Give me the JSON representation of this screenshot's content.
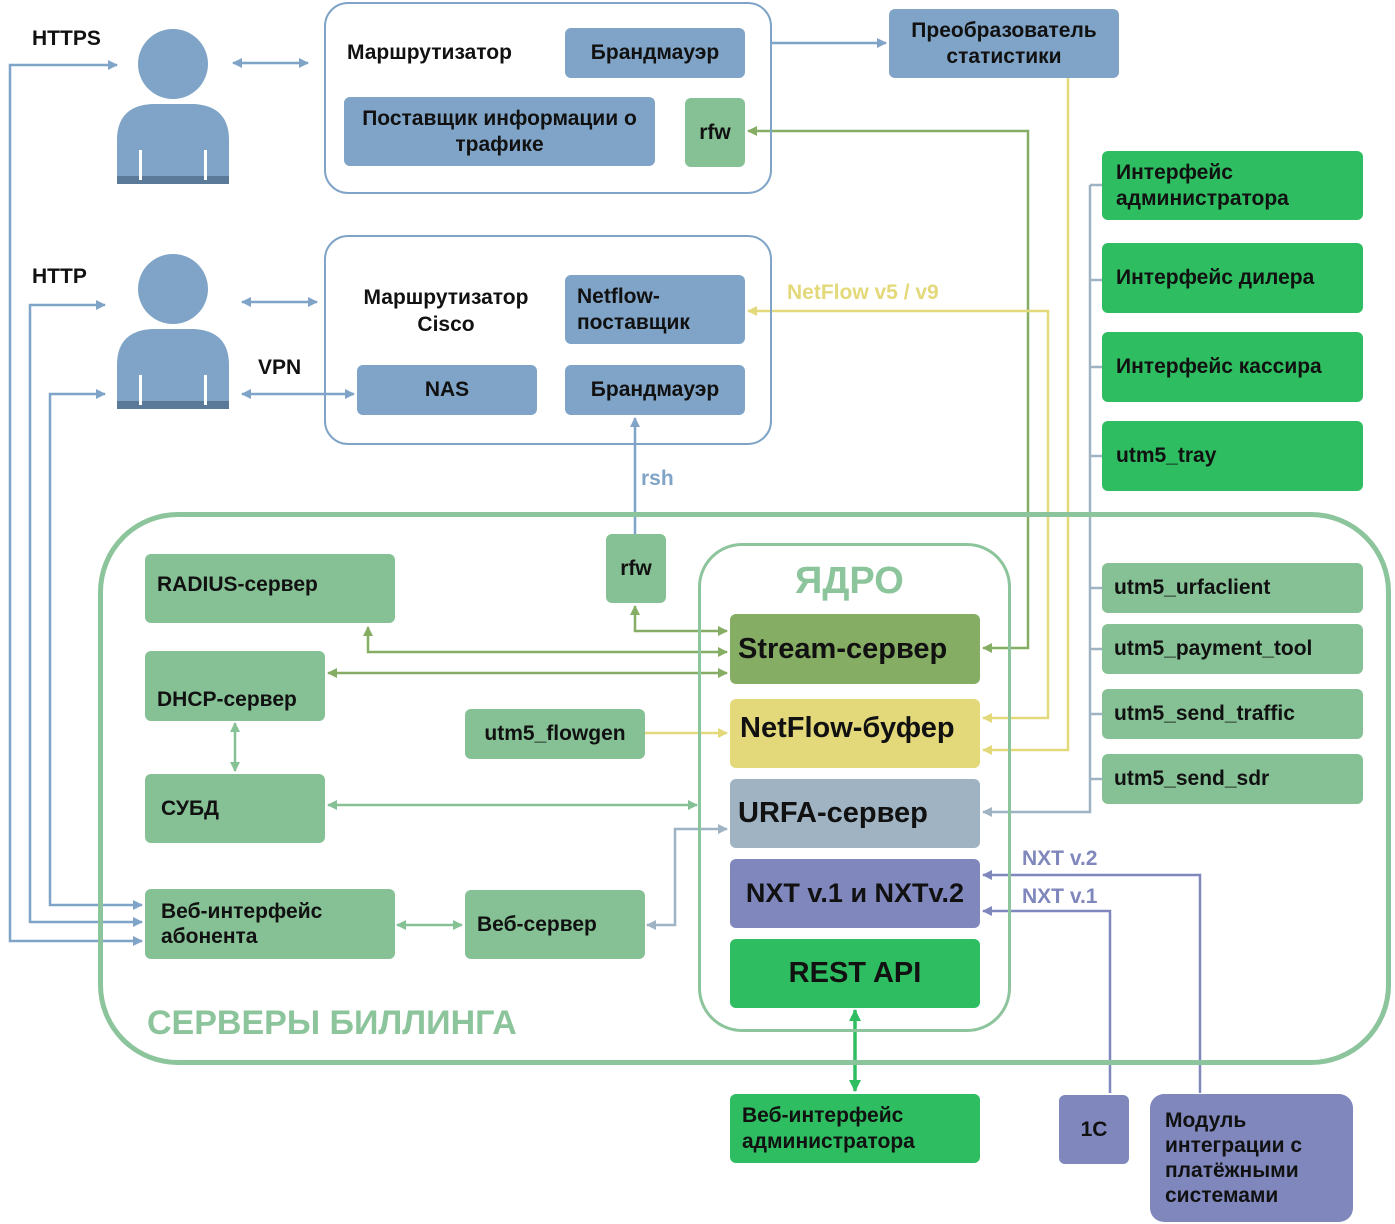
{
  "labels": {
    "https": "HTTPS",
    "http": "HTTP",
    "vpn": "VPN",
    "rsh": "rsh",
    "netflow_v5v9": "NetFlow v5 / v9",
    "nxt_v2": "NXT v.2",
    "nxt_v1": "NXT v.1",
    "core_title": "ЯДРО",
    "billing_title": "СЕРВЕРЫ БИЛЛИНГА"
  },
  "router1": {
    "title": "Маршрутизатор",
    "firewall": "Брандмауэр",
    "traffic_provider": "Поставщик информации о трафике",
    "rfw": "rfw"
  },
  "router2": {
    "title": "Маршрутизатор Cisco",
    "netflow_provider": "Netflow-поставщик",
    "nas": "NAS",
    "firewall": "Брандмауэр"
  },
  "stats_converter": "Преобразователь статистики",
  "interfaces": {
    "admin": "Интерфейс администратора",
    "dealer": "Интерфейс дилера",
    "cashier": "Интерфейс кассира",
    "tray": "utm5_tray"
  },
  "utils": {
    "urfaclient": "utm5_urfaclient",
    "payment_tool": "utm5_payment_tool",
    "send_traffic": "utm5_send_traffic",
    "send_sdr": "utm5_send_sdr"
  },
  "billing": {
    "radius": "RADIUS-сервер",
    "dhcp": "DHCP-сервер",
    "dbms": "СУБД",
    "web_iface_user": "Веб-интерфейс абонента",
    "web_server": "Веб-сервер",
    "rfw": "rfw",
    "flowgen": "utm5_flowgen"
  },
  "core": {
    "stream": "Stream-сервер",
    "netflow_buffer": "NetFlow-буфер",
    "urfa": "URFA-сервер",
    "nxt": "NXT v.1 и NXTv.2",
    "rest": "REST API"
  },
  "external": {
    "web_admin": "Веб-интерфейс администратора",
    "onec": "1C",
    "payment_module": "Модуль интеграции с платёжными системами"
  },
  "colors": {
    "blue": "#7fa4c7",
    "green": "#85c195",
    "bright_green": "#2ebd61",
    "olive": "#86ad64",
    "yellow": "#e4d97a",
    "grey_blue": "#9fb3c2",
    "purple": "#7f87bd",
    "frame_blue": "#7fa4c7",
    "frame_green": "#8cc49b"
  },
  "icons": [
    "user-icon",
    "user-icon"
  ]
}
